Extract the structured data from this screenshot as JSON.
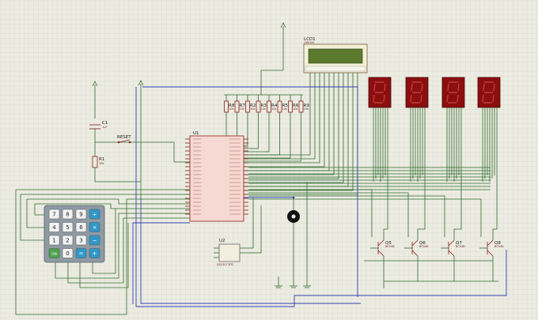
{
  "labels": {
    "lcd": "LCD1",
    "lcd_model": "LM016L",
    "u1": "U1",
    "u2": "U2",
    "u2_model": "DS1307 RTC",
    "c1": "C1",
    "c1_value": "1uF",
    "r1": "R1",
    "r1_value": "10k",
    "reset": "RESET",
    "transistor_model": "BC548"
  },
  "resistors": [
    {
      "ref": "R8",
      "value": "10k"
    },
    {
      "ref": "R7",
      "value": "10k"
    },
    {
      "ref": "R2",
      "value": "10k"
    },
    {
      "ref": "R3",
      "value": "10k"
    },
    {
      "ref": "R4",
      "value": "10k"
    },
    {
      "ref": "R5",
      "value": "10k"
    },
    {
      "ref": "R6",
      "value": "10k"
    },
    {
      "ref": "R9",
      "value": "10k"
    }
  ],
  "transistors": [
    {
      "ref": "Q5",
      "model": "BC548"
    },
    {
      "ref": "Q6",
      "model": "BC548"
    },
    {
      "ref": "Q7",
      "model": "BC548"
    },
    {
      "ref": "Q8",
      "model": "BC548"
    }
  ],
  "keypad": {
    "keys": [
      "7",
      "8",
      "9",
      "÷",
      "4",
      "5",
      "6",
      "×",
      "1",
      "2",
      "3",
      "−",
      "ON",
      "0",
      "=",
      "+"
    ]
  },
  "colors": {
    "background": "#ecece2",
    "grid": "#cfd0bf",
    "wire": "#2e6b2e",
    "bus": "#2f3fb0",
    "component": "#8a1b1b",
    "seven_segment": "#8b0f0f",
    "lcd_screen": "#5b7a2e"
  }
}
